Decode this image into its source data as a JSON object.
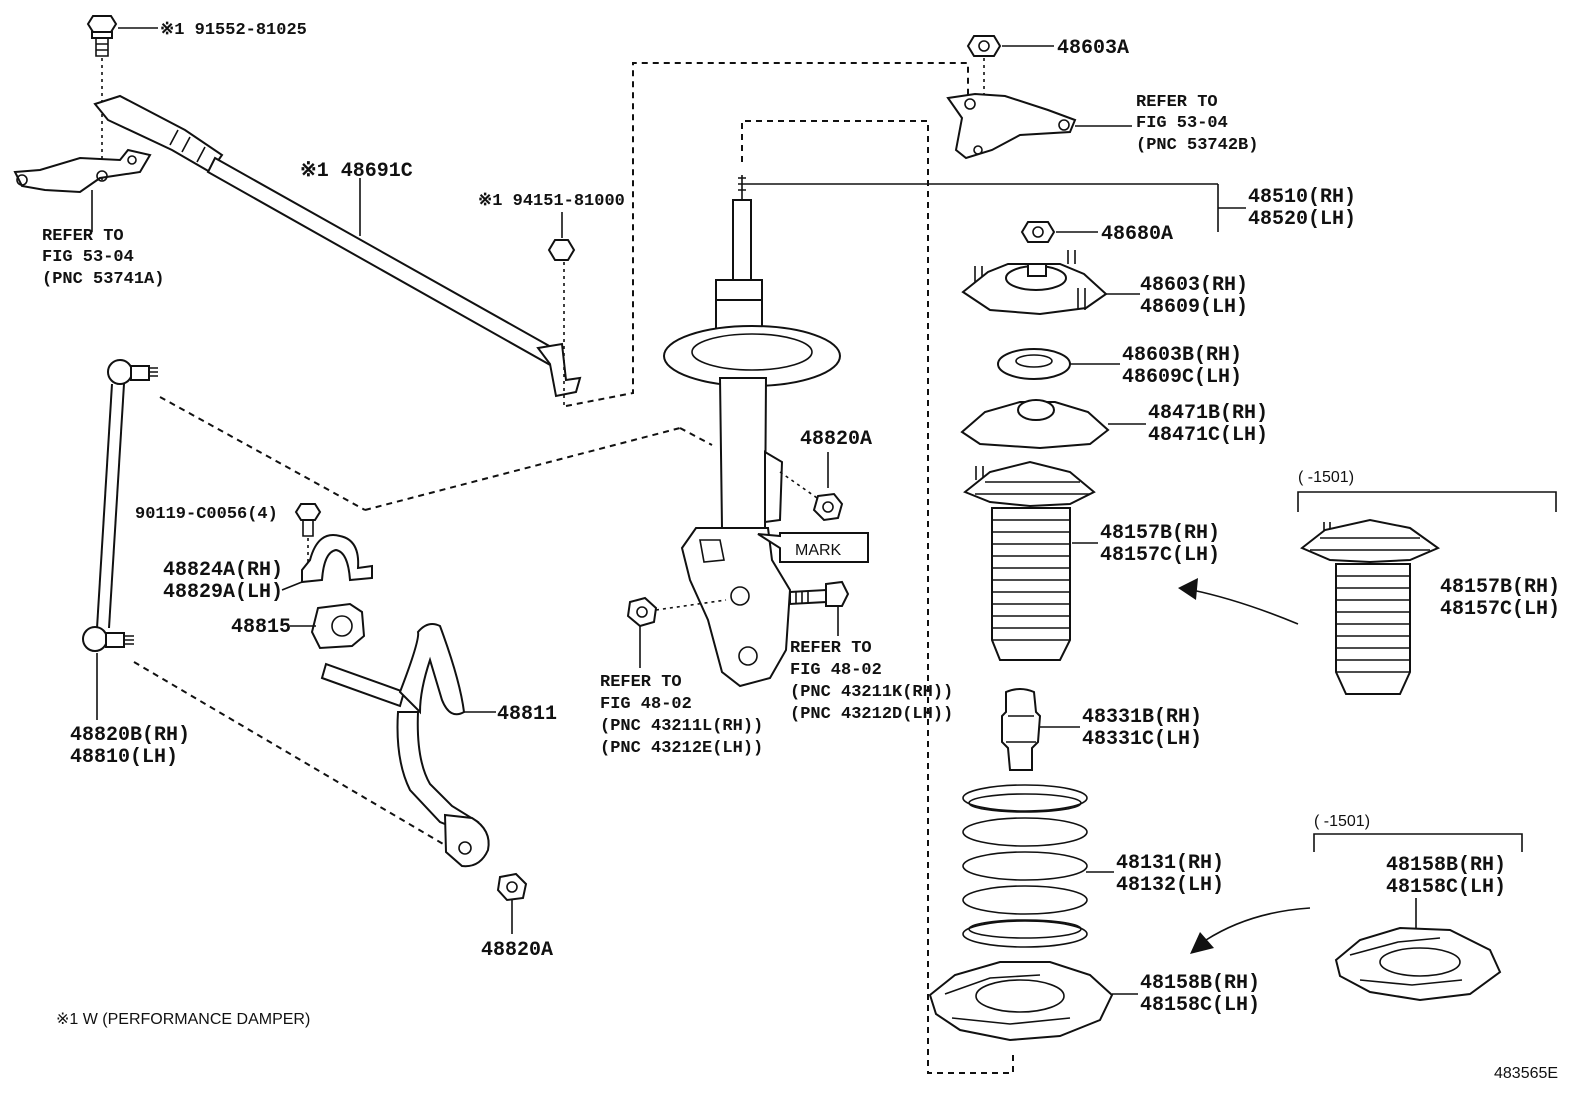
{
  "diagram_id": "483565E",
  "footnote": "※1 W (PERFORMANCE DAMPER)",
  "labels": {
    "bolt_91552": "※1 91552-81025",
    "damper_48691c": "※1 48691C",
    "refer_53741a": [
      "REFER TO",
      "FIG 53-04",
      "(PNC 53741A)"
    ],
    "nut_94151": "※1 94151-81000",
    "nut_48603a": "48603A",
    "refer_53742b": [
      "REFER TO",
      "FIG 53-04",
      "(PNC 53742B)"
    ],
    "absorber": [
      "48510(RH)",
      "48520(LH)"
    ],
    "nut_48680a": "48680A",
    "support": [
      "48603(RH)",
      "48609(LH)"
    ],
    "bearing": [
      "48603B(RH)",
      "48609C(LH)"
    ],
    "upper_seat": [
      "48471B(RH)",
      "48471C(LH)"
    ],
    "boot": [
      "48157B(RH)",
      "48157C(LH)"
    ],
    "early_range_1": "(      -1501)",
    "boot_early": [
      "48157B(RH)",
      "48157C(LH)"
    ],
    "bumper": [
      "48331B(RH)",
      "48331C(LH)"
    ],
    "spring": [
      "48131(RH)",
      "48132(LH)"
    ],
    "early_range_2": "(      -1501)",
    "insulator_early": [
      "48158B(RH)",
      "48158C(LH)"
    ],
    "insulator": [
      "48158B(RH)",
      "48158C(LH)"
    ],
    "bolt_90119": "90119-C0056(4)",
    "bracket": [
      "48824A(RH)",
      "48829A(LH)"
    ],
    "bushing": "48815",
    "nut_48820a_top": "48820A",
    "mark": "MARK",
    "refer_43211k": [
      "REFER TO",
      "FIG 48-02",
      "(PNC 43211K(RH))",
      "(PNC 43212D(LH))"
    ],
    "refer_43211l": [
      "REFER TO",
      "FIG 48-02",
      "(PNC 43211L(RH))",
      "(PNC 43212E(LH))"
    ],
    "stabilizer_bar": "48811",
    "link": [
      "48820B(RH)",
      "48810(LH)"
    ],
    "nut_48820a_bottom": "48820A"
  }
}
